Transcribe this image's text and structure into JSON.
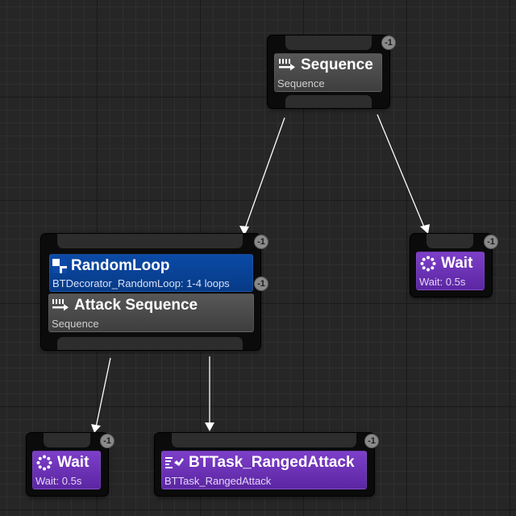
{
  "index_badge": "-1",
  "root": {
    "title": "Sequence",
    "subtitle": "Sequence",
    "icon": "sequence-icon"
  },
  "attack": {
    "decorator": {
      "title": "RandomLoop",
      "subtitle": "BTDecorator_RandomLoop: 1-4 loops",
      "icon": "random-loop-icon"
    },
    "composite": {
      "title": "Attack Sequence",
      "subtitle": "Sequence",
      "icon": "sequence-icon"
    }
  },
  "wait_right": {
    "title": "Wait",
    "subtitle": "Wait: 0.5s",
    "icon": "wait-icon"
  },
  "wait_bottom": {
    "title": "Wait",
    "subtitle": "Wait: 0.5s",
    "icon": "wait-icon"
  },
  "ranged": {
    "title": "BTTask_RangedAttack",
    "subtitle": "BTTask_RangedAttack",
    "icon": "task-icon"
  },
  "colors": {
    "composite": "#4a4a4a",
    "task": "#6a31b6",
    "decorator": "#0a4299",
    "wire": "#ffffff"
  }
}
